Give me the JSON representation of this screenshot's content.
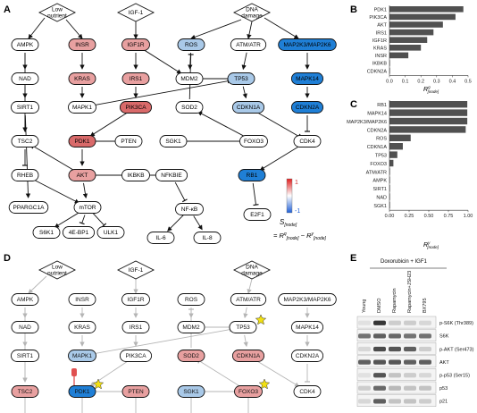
{
  "panels": {
    "A": "A",
    "B": "B",
    "C": "C",
    "D": "D",
    "E": "E"
  },
  "inputs": [
    "Low nutrient",
    "IGF-1",
    "DNA damage"
  ],
  "colors": {
    "up": "#e8a0a0",
    "upStrong": "#d96a6a",
    "down": "#a9c9e8",
    "downStrong": "#1f7fd6",
    "bar": "#505050",
    "gray": "#b5b5b5"
  },
  "networkA": {
    "nodes": [
      {
        "id": "AMPK",
        "label": "AMPK",
        "c": "white"
      },
      {
        "id": "INSR",
        "label": "INSR",
        "c": "up"
      },
      {
        "id": "IGF1R",
        "label": "IGF1R",
        "c": "up"
      },
      {
        "id": "ROS",
        "label": "ROS",
        "c": "down"
      },
      {
        "id": "ATMATR",
        "label": "ATM/ATR",
        "c": "white"
      },
      {
        "id": "MAP2K",
        "label": "MAP2K3/MAP2K6",
        "c": "downStrong"
      },
      {
        "id": "NAD",
        "label": "NAD",
        "c": "white"
      },
      {
        "id": "KRAS",
        "label": "KRAS",
        "c": "up"
      },
      {
        "id": "IRS1",
        "label": "IRS1",
        "c": "up"
      },
      {
        "id": "MDM2",
        "label": "MDM2",
        "c": "white"
      },
      {
        "id": "TP53",
        "label": "TP53",
        "c": "down"
      },
      {
        "id": "MAPK14",
        "label": "MAPK14",
        "c": "downStrong"
      },
      {
        "id": "SIRT1",
        "label": "SIRT1",
        "c": "white"
      },
      {
        "id": "MAPK1",
        "label": "MAPK1",
        "c": "white"
      },
      {
        "id": "PIK3CA",
        "label": "PIK3CA",
        "c": "upStrong"
      },
      {
        "id": "SOD2",
        "label": "SOD2",
        "c": "white"
      },
      {
        "id": "CDKN1A",
        "label": "CDKN1A",
        "c": "down"
      },
      {
        "id": "CDKN2A",
        "label": "CDKN2A",
        "c": "downStrong"
      },
      {
        "id": "TSC2",
        "label": "TSC2",
        "c": "white"
      },
      {
        "id": "PDK1",
        "label": "PDK1",
        "c": "upStrong"
      },
      {
        "id": "PTEN",
        "label": "PTEN",
        "c": "white"
      },
      {
        "id": "SGK1",
        "label": "SGK1",
        "c": "white"
      },
      {
        "id": "FOXO3",
        "label": "FOXO3",
        "c": "white"
      },
      {
        "id": "CDK4",
        "label": "CDK4",
        "c": "white"
      },
      {
        "id": "RHEB",
        "label": "RHEB",
        "c": "white"
      },
      {
        "id": "AKT",
        "label": "AKT",
        "c": "up"
      },
      {
        "id": "IKBKB",
        "label": "IKBKB",
        "c": "white"
      },
      {
        "id": "NFKBIE",
        "label": "NFKBIE",
        "c": "white"
      },
      {
        "id": "RB1",
        "label": "RB1",
        "c": "downStrong"
      },
      {
        "id": "PPARGC1A",
        "label": "PPARGC1A",
        "c": "white"
      },
      {
        "id": "mTOR",
        "label": "mTOR",
        "c": "white"
      },
      {
        "id": "NFkB",
        "label": "NF-κB",
        "c": "white"
      },
      {
        "id": "E2F1",
        "label": "E2F1",
        "c": "white"
      },
      {
        "id": "S6K1",
        "label": "S6K1",
        "c": "white"
      },
      {
        "id": "4EBP1",
        "label": "4E-BP1",
        "c": "white"
      },
      {
        "id": "ULK1",
        "label": "ULK1",
        "c": "white"
      },
      {
        "id": "IL6a",
        "label": "IL-6",
        "c": "white"
      },
      {
        "id": "IL8a",
        "label": "IL-8",
        "c": "white"
      }
    ]
  },
  "networkD": {
    "nodes": [
      {
        "label": "AMPK",
        "c": "white"
      },
      {
        "label": "INSR",
        "c": "white"
      },
      {
        "label": "IGF1R",
        "c": "white"
      },
      {
        "label": "ROS",
        "c": "white"
      },
      {
        "label": "ATM/ATR",
        "c": "white"
      },
      {
        "label": "MAP2K3/MAP2K6",
        "c": "white"
      },
      {
        "label": "NAD",
        "c": "white"
      },
      {
        "label": "KRAS",
        "c": "white"
      },
      {
        "label": "IRS1",
        "c": "white"
      },
      {
        "label": "MDM2",
        "c": "white"
      },
      {
        "label": "TP53",
        "c": "white"
      },
      {
        "label": "MAPK14",
        "c": "white"
      },
      {
        "label": "SIRT1",
        "c": "white"
      },
      {
        "label": "MAPK1",
        "c": "down"
      },
      {
        "label": "PIK3CA",
        "c": "white"
      },
      {
        "label": "SOD2",
        "c": "up"
      },
      {
        "label": "CDKN1A",
        "c": "up"
      },
      {
        "label": "CDKN2A",
        "c": "white"
      },
      {
        "label": "TSC2",
        "c": "up"
      },
      {
        "label": "PDK1",
        "c": "downStrong"
      },
      {
        "label": "PTEN",
        "c": "up"
      },
      {
        "label": "SGK1",
        "c": "down"
      },
      {
        "label": "FOXO3",
        "c": "up"
      },
      {
        "label": "CDK4",
        "c": "white"
      }
    ]
  },
  "legend": {
    "max": "1",
    "min": "-1",
    "s_label": "S",
    "s_sub": "[node]",
    "formula_lhs": "= R",
    "formula_mid": " − R",
    "sup_q": "q",
    "sup_y": "y",
    "sub": "[node]"
  },
  "chart_data": [
    {
      "type": "bar",
      "orientation": "horizontal",
      "title": "",
      "categories": [
        "PDK1",
        "PIK3CA",
        "AKT",
        "IRS1",
        "IGF1R",
        "KRAS",
        "INSR",
        "IKBKB",
        "CDKN2A"
      ],
      "values": [
        0.47,
        0.42,
        0.34,
        0.28,
        0.24,
        0.2,
        0.12,
        0.0,
        0.0
      ],
      "xlim": [
        0,
        0.5
      ],
      "xticks": [
        "0.0",
        "0.1",
        "0.2",
        "0.3",
        "0.4",
        "0.5"
      ],
      "xlabel": "R",
      "xlabel_sup": "q",
      "xlabel_sub": "[node]"
    },
    {
      "type": "bar",
      "orientation": "horizontal",
      "title": "",
      "categories": [
        "RB1",
        "MAPK14",
        "MAP2K3/MAP2K6",
        "CDKN2A",
        "ROS",
        "CDKN1A",
        "TP53",
        "FOXO3",
        "ATM/ATR",
        "AMPK",
        "SIRT1",
        "NAD",
        "SGK1"
      ],
      "values": [
        0.99,
        0.99,
        0.99,
        0.97,
        0.27,
        0.17,
        0.1,
        0.05,
        0.0,
        0.0,
        0.0,
        0.0,
        0.0
      ],
      "xlim": [
        0,
        1.0
      ],
      "xticks": [
        "0.00",
        "0.25",
        "0.50",
        "0.75",
        "1.00"
      ],
      "xlabel": "R",
      "xlabel_sup": "y",
      "xlabel_sub": "[node]"
    }
  ],
  "blot": {
    "header": "Doxorubicin + IGF1",
    "lanes": [
      "Young",
      "DMSO",
      "Rapamycin",
      "Rapamycin+JSH23",
      "BX795"
    ],
    "rows": [
      {
        "label": "p-S6K (Thr389)",
        "intensity": [
          0.05,
          0.9,
          0.15,
          0.15,
          0.1
        ]
      },
      {
        "label": "S6K",
        "intensity": [
          0.6,
          0.7,
          0.65,
          0.6,
          0.6
        ]
      },
      {
        "label": "p-AKT (Ser473)",
        "intensity": [
          0.1,
          0.8,
          0.75,
          0.7,
          0.15
        ]
      },
      {
        "label": "AKT",
        "intensity": [
          0.7,
          0.75,
          0.75,
          0.7,
          0.7
        ]
      },
      {
        "label": "p-p53 (Ser15)",
        "intensity": [
          0.05,
          0.75,
          0.2,
          0.15,
          0.1
        ]
      },
      {
        "label": "p53",
        "intensity": [
          0.15,
          0.65,
          0.25,
          0.2,
          0.2
        ]
      },
      {
        "label": "p21",
        "intensity": [
          0.1,
          0.7,
          0.2,
          0.2,
          0.15
        ]
      }
    ]
  }
}
